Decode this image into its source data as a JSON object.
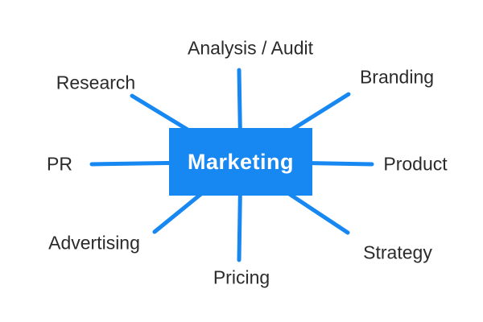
{
  "colors": {
    "accent": "#1787F2",
    "text": "#2B2B2B",
    "bg": "#FFFFFF",
    "center-text": "#FFFFFF"
  },
  "diagram": {
    "type": "mind-map",
    "center": {
      "label": "Marketing"
    },
    "spokes": [
      {
        "id": "analysis-audit",
        "label": "Analysis / Audit",
        "position": "top"
      },
      {
        "id": "branding",
        "label": "Branding",
        "position": "top-right"
      },
      {
        "id": "product",
        "label": "Product",
        "position": "right"
      },
      {
        "id": "strategy",
        "label": "Strategy",
        "position": "bottom-right"
      },
      {
        "id": "pricing",
        "label": "Pricing",
        "position": "bottom"
      },
      {
        "id": "advertising",
        "label": "Advertising",
        "position": "bottom-left"
      },
      {
        "id": "pr",
        "label": "PR",
        "position": "left"
      },
      {
        "id": "research",
        "label": "Research",
        "position": "top-left"
      }
    ]
  }
}
